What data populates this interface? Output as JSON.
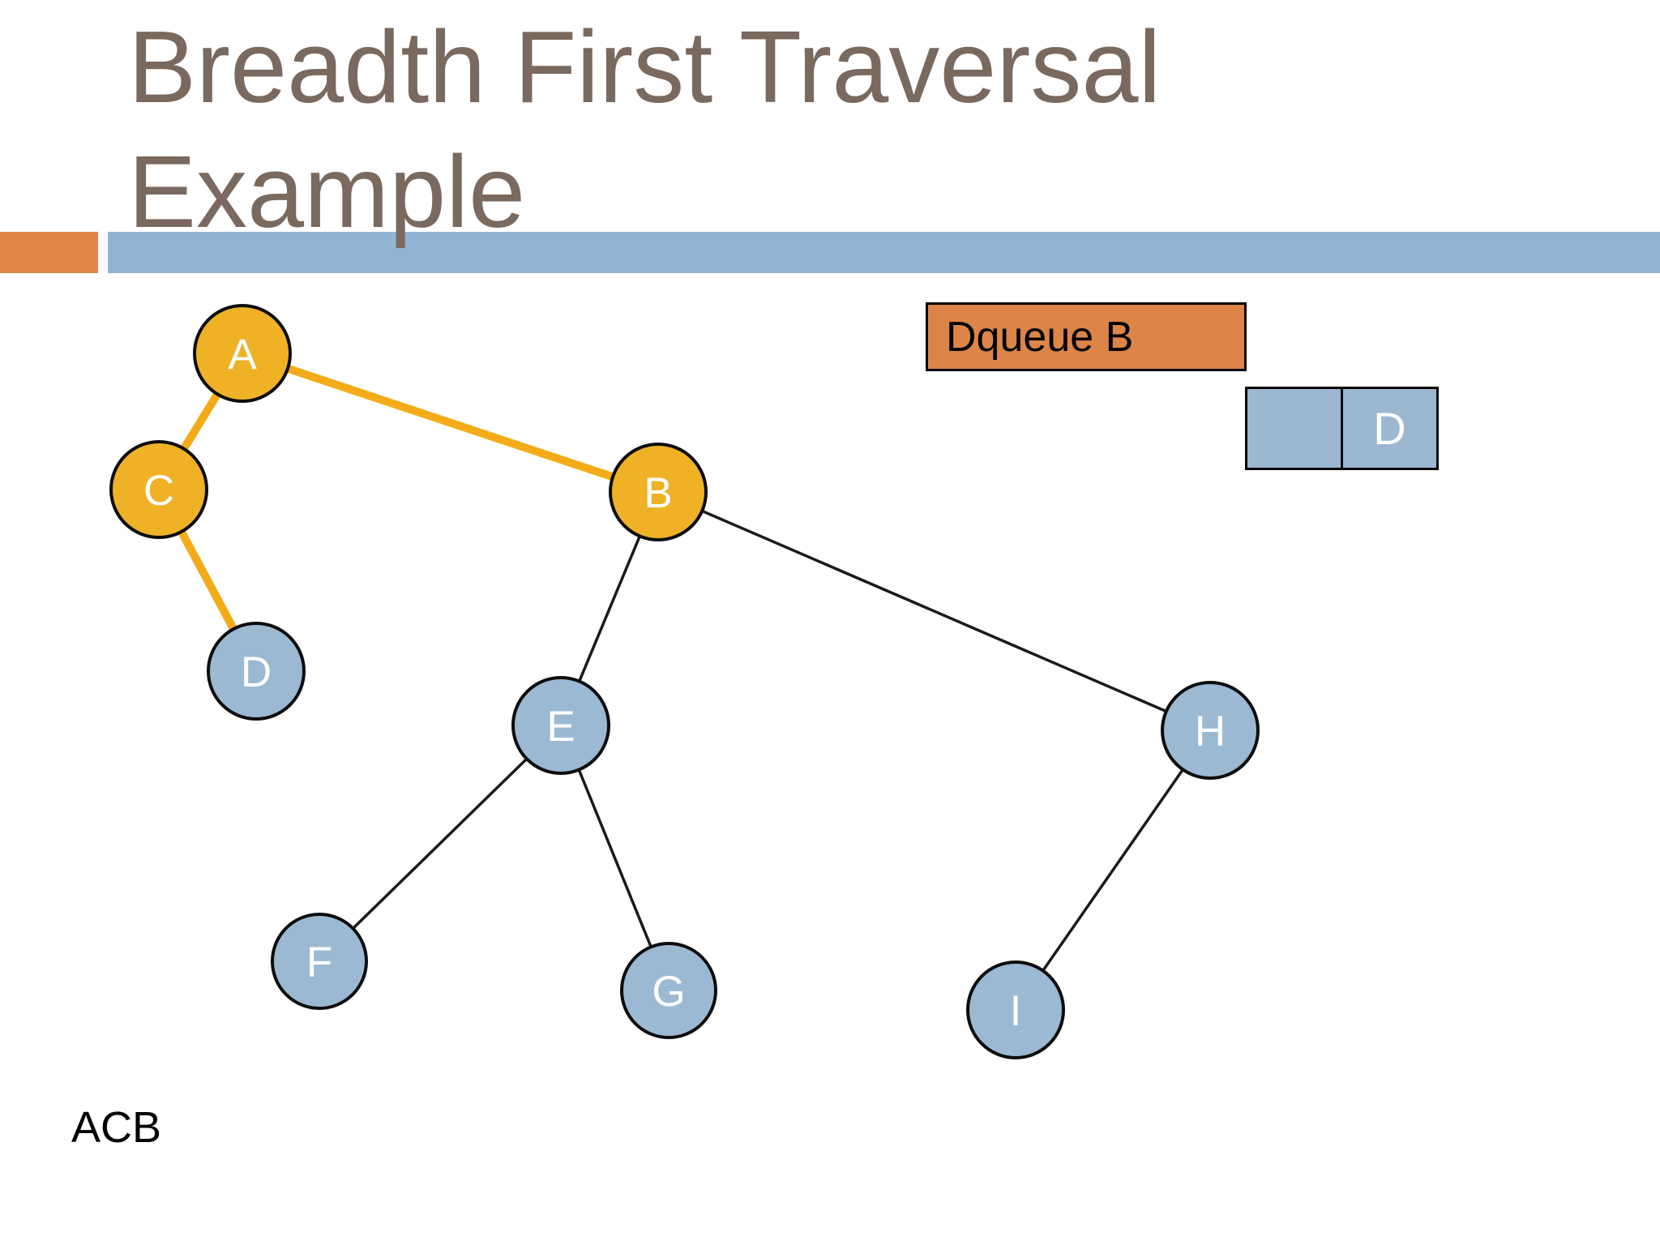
{
  "slide": {
    "title": "Breadth First Traversal\nExample",
    "footer_text": "ACB"
  },
  "dqueue_callout": {
    "label": "Dqueue B"
  },
  "queue_table": {
    "cells": [
      "",
      "D"
    ]
  },
  "graph": {
    "nodes": [
      {
        "id": "A",
        "label": "A",
        "visited": true
      },
      {
        "id": "B",
        "label": "B",
        "visited": true
      },
      {
        "id": "C",
        "label": "C",
        "visited": true
      },
      {
        "id": "D",
        "label": "D",
        "visited": false
      },
      {
        "id": "E",
        "label": "E",
        "visited": false
      },
      {
        "id": "F",
        "label": "F",
        "visited": false
      },
      {
        "id": "G",
        "label": "G",
        "visited": false
      },
      {
        "id": "H",
        "label": "H",
        "visited": false
      },
      {
        "id": "I",
        "label": "I",
        "visited": false
      }
    ],
    "edges": [
      {
        "from": "A",
        "to": "C",
        "traversed": true
      },
      {
        "from": "A",
        "to": "B",
        "traversed": true
      },
      {
        "from": "C",
        "to": "D",
        "traversed": true
      },
      {
        "from": "B",
        "to": "E",
        "traversed": false
      },
      {
        "from": "B",
        "to": "H",
        "traversed": false
      },
      {
        "from": "E",
        "to": "F",
        "traversed": false
      },
      {
        "from": "E",
        "to": "G",
        "traversed": false
      },
      {
        "from": "H",
        "to": "I",
        "traversed": false
      }
    ]
  },
  "colors": {
    "visited_node": "#efb226",
    "unvisited_node": "#9cb9d3",
    "traversed_edge": "#f2ac18",
    "edge": "#1a1a1a",
    "node_border": "#0d0d0d",
    "title_text": "#7a695e",
    "accent_square": "#e08448",
    "title_bar": "#92b4d2",
    "callout_fill": "#dd8548",
    "queue_cell_fill": "#9cb8d0"
  }
}
